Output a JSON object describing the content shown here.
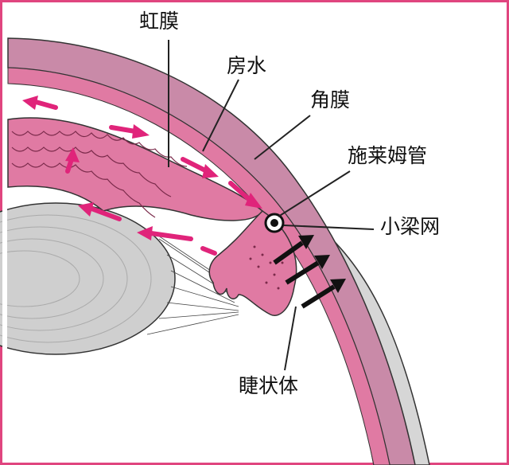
{
  "labels": {
    "iris": "虹膜",
    "aqueous_humor": "房水",
    "cornea": "角膜",
    "schlemm_canal": "施莱姆管",
    "trabecular_meshwork": "小梁网",
    "ciliary_body": "睫状体"
  },
  "colors": {
    "frame": "#e0457f",
    "cornea": "#c98aa8",
    "tissue": "#e07aa3",
    "arrow": "#e0247a",
    "sclera": "#d6d6d6",
    "lens": "#cfcfcf"
  }
}
